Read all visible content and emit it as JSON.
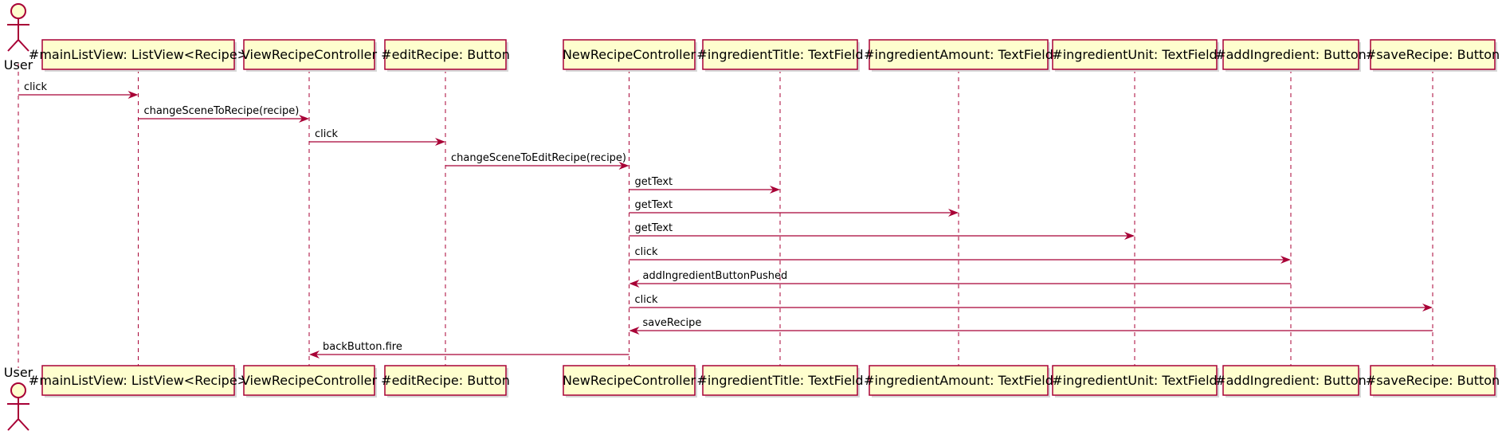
{
  "diagram": {
    "actor": {
      "label": "User"
    },
    "participants": [
      {
        "id": "mainListView",
        "label": "#mainListView: ListView<Recipe>"
      },
      {
        "id": "viewRecipe",
        "label": "ViewRecipeController"
      },
      {
        "id": "editRecipe",
        "label": "#editRecipe: Button"
      },
      {
        "id": "newRecipe",
        "label": "NewRecipeController"
      },
      {
        "id": "ingTitle",
        "label": "#ingredientTitle: TextField"
      },
      {
        "id": "ingAmount",
        "label": "#ingredientAmount: TextField"
      },
      {
        "id": "ingUnit",
        "label": "#ingredientUnit: TextField"
      },
      {
        "id": "addIng",
        "label": "#addIngredient: Button"
      },
      {
        "id": "saveRecipe",
        "label": "#saveRecipe: Button"
      }
    ],
    "messages": [
      {
        "from": "user",
        "to": "mainListView",
        "label": "click"
      },
      {
        "from": "mainListView",
        "to": "viewRecipe",
        "label": "changeSceneToRecipe(recipe)"
      },
      {
        "from": "viewRecipe",
        "to": "editRecipe",
        "label": "click"
      },
      {
        "from": "editRecipe",
        "to": "newRecipe",
        "label": "changeSceneToEditRecipe(recipe)"
      },
      {
        "from": "newRecipe",
        "to": "ingTitle",
        "label": "getText"
      },
      {
        "from": "newRecipe",
        "to": "ingAmount",
        "label": "getText"
      },
      {
        "from": "newRecipe",
        "to": "ingUnit",
        "label": "getText"
      },
      {
        "from": "newRecipe",
        "to": "addIng",
        "label": "click"
      },
      {
        "from": "addIng",
        "to": "newRecipe",
        "label": "addIngredientButtonPushed"
      },
      {
        "from": "newRecipe",
        "to": "saveRecipe",
        "label": "click"
      },
      {
        "from": "saveRecipe",
        "to": "newRecipe",
        "label": "saveRecipe"
      },
      {
        "from": "newRecipe",
        "to": "viewRecipe",
        "label": "backButton.fire"
      }
    ]
  }
}
